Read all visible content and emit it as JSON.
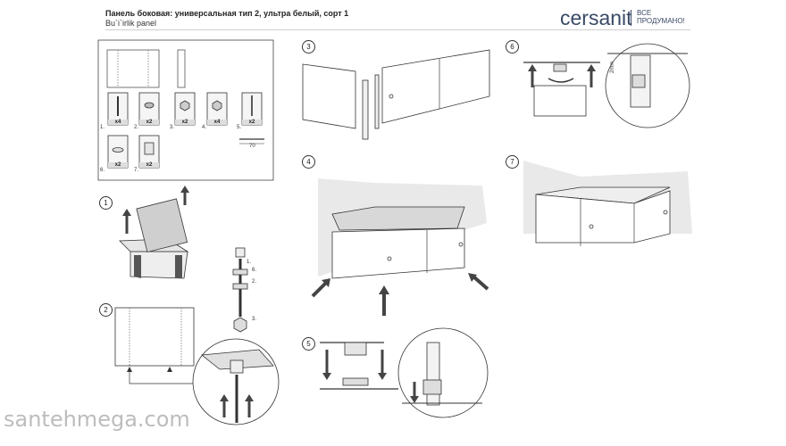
{
  "header": {
    "title": "Панель боковая: универсальная тип 2, ультра белый, сорт 1",
    "subtitle": "Bu`i`irlik panel",
    "brand": "cersanit",
    "tagline_1": "ВСЕ",
    "tagline_2": "ПРОДУМАНО!"
  },
  "parts": [
    {
      "index": "1.",
      "qty": "x4"
    },
    {
      "index": "2.",
      "qty": "x2"
    },
    {
      "index": "3.",
      "qty": "x2"
    },
    {
      "index": "4.",
      "qty": "x4"
    },
    {
      "index": "5.",
      "qty": "x2"
    },
    {
      "index": "6.",
      "qty": "x2"
    },
    {
      "index": "7.",
      "qty": "x2"
    }
  ],
  "dimension_label": "70",
  "steps": [
    "1",
    "2",
    "3",
    "4",
    "5",
    "6",
    "7"
  ],
  "callouts": {
    "c1": "1.",
    "c6": "6.",
    "c2": "2.",
    "c3": "3."
  },
  "gap_label": "2mm",
  "watermark": "santehmega.com"
}
